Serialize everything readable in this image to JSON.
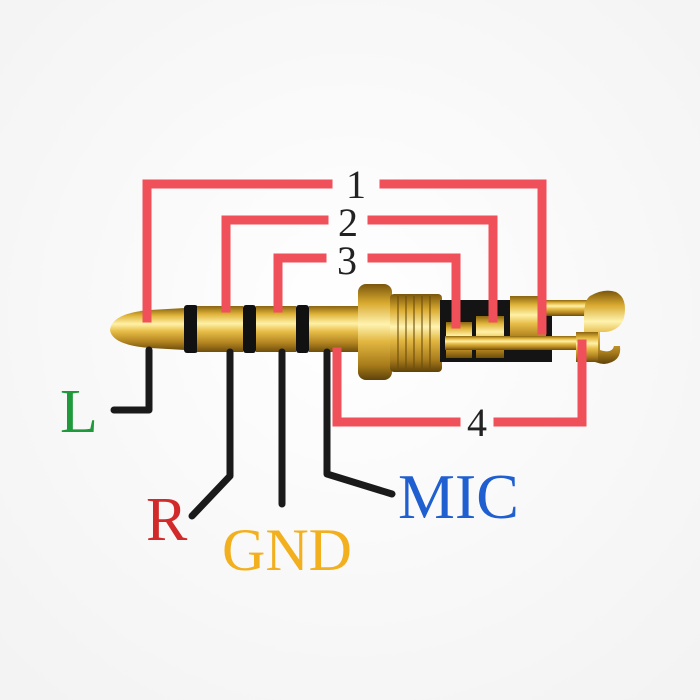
{
  "contacts": {
    "c1": "1",
    "c2": "2",
    "c3": "3",
    "c4": "4"
  },
  "signals": {
    "left": "L",
    "right": "R",
    "ground": "GND",
    "mic": "MIC"
  },
  "colors": {
    "bracket": "#f0505a",
    "lead": "#1a1a1a",
    "left": "#1f9a3a",
    "right": "#d22a2a",
    "ground": "#f2b01e",
    "mic": "#1f5fd0",
    "gold_light": "#fff1a8",
    "gold_mid": "#e0b43a",
    "gold_dark": "#8a6410",
    "insulator": "#111111"
  }
}
